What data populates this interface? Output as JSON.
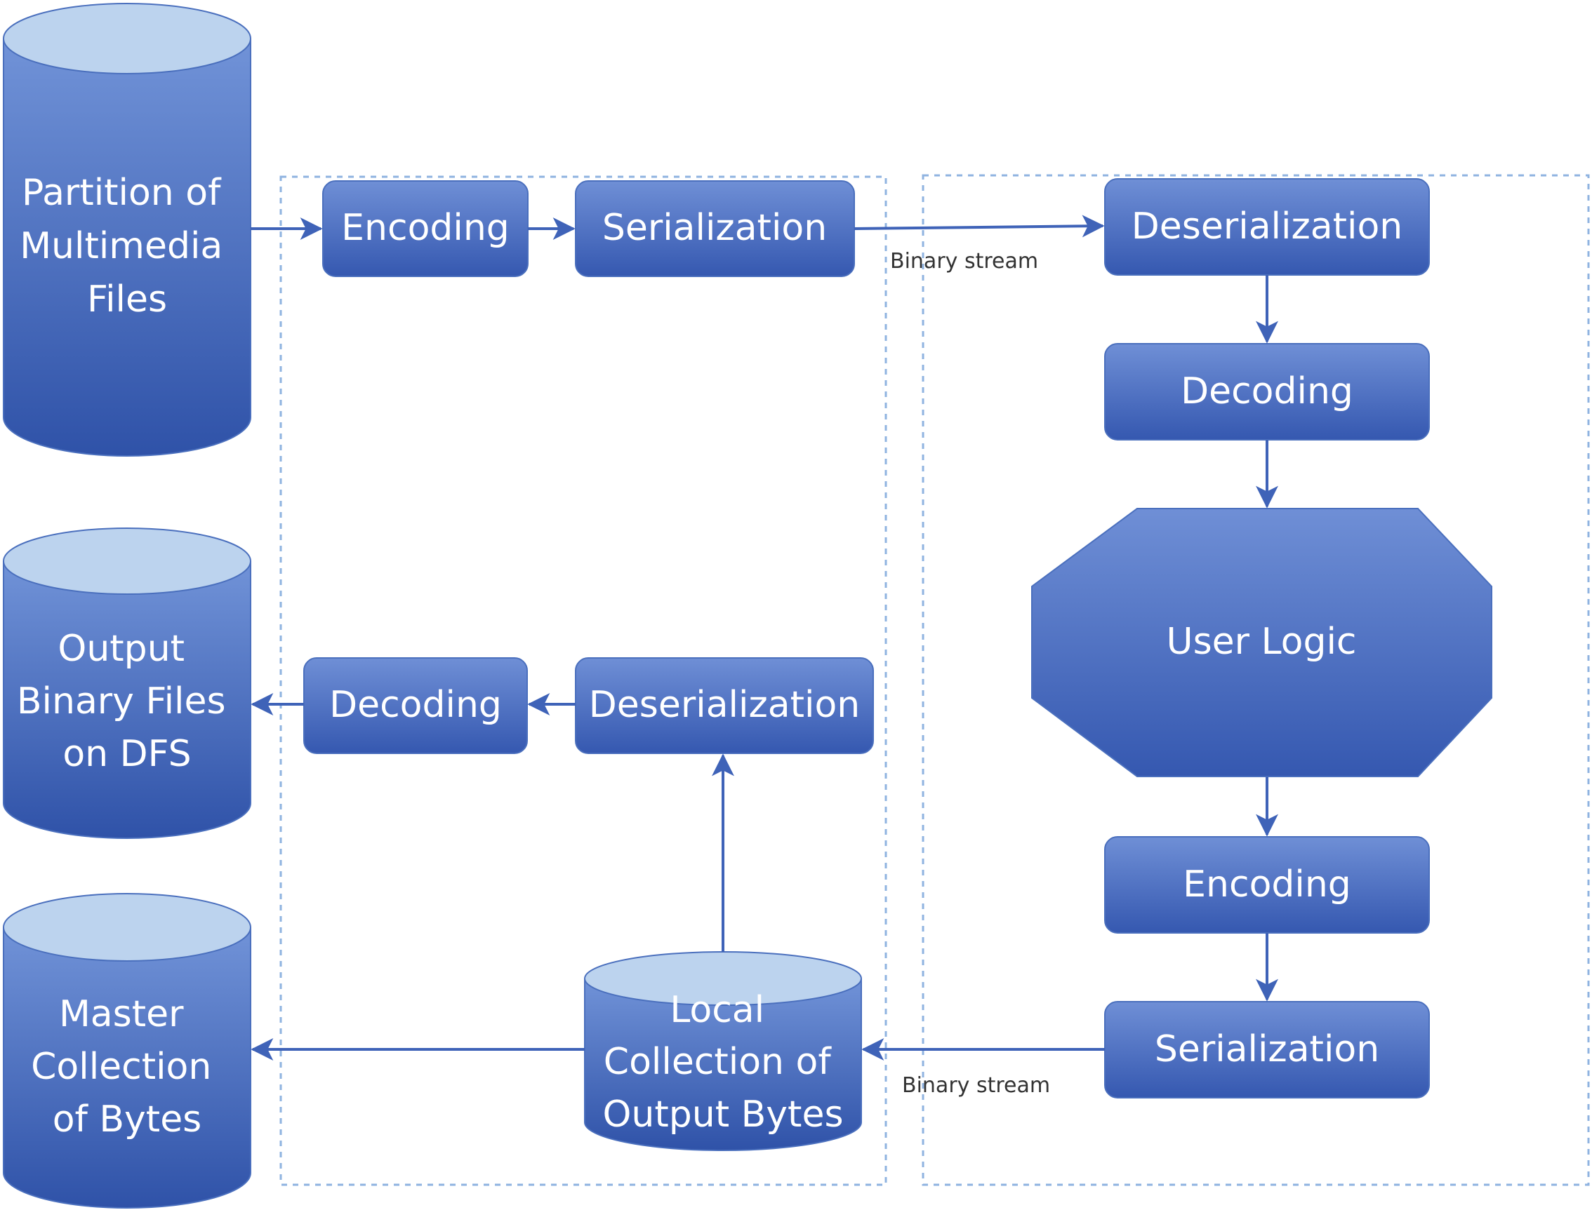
{
  "nodes": {
    "partition": {
      "lines": [
        "Partition of",
        "Multimedia",
        "Files"
      ]
    },
    "output_binary": {
      "lines": [
        "Output",
        "Binary Files",
        "on DFS"
      ]
    },
    "master": {
      "lines": [
        "Master",
        "Collection",
        "of Bytes"
      ]
    },
    "encoding_top": {
      "label": "Encoding"
    },
    "serialization_top": {
      "label": "Serialization"
    },
    "decoding_left": {
      "label": "Decoding"
    },
    "deserialization_left": {
      "label": "Deserialization"
    },
    "local": {
      "lines": [
        "Local",
        "Collection of",
        "Output Bytes"
      ]
    },
    "deserialization_right": {
      "label": "Deserialization"
    },
    "decoding_right": {
      "label": "Decoding"
    },
    "user_logic": {
      "label": "User Logic"
    },
    "encoding_right": {
      "label": "Encoding"
    },
    "serialization_right": {
      "label": "Serialization"
    }
  },
  "edge_labels": {
    "top": "Binary stream",
    "bottom": "Binary stream"
  },
  "colors": {
    "node_top": "#6f8fd6",
    "node_bottom": "#3558b0",
    "cylinder_cap": "#bcd3ee",
    "stroke": "#4a6fbd",
    "arrow": "#3f63b8",
    "dashed": "#8fb3e0"
  }
}
